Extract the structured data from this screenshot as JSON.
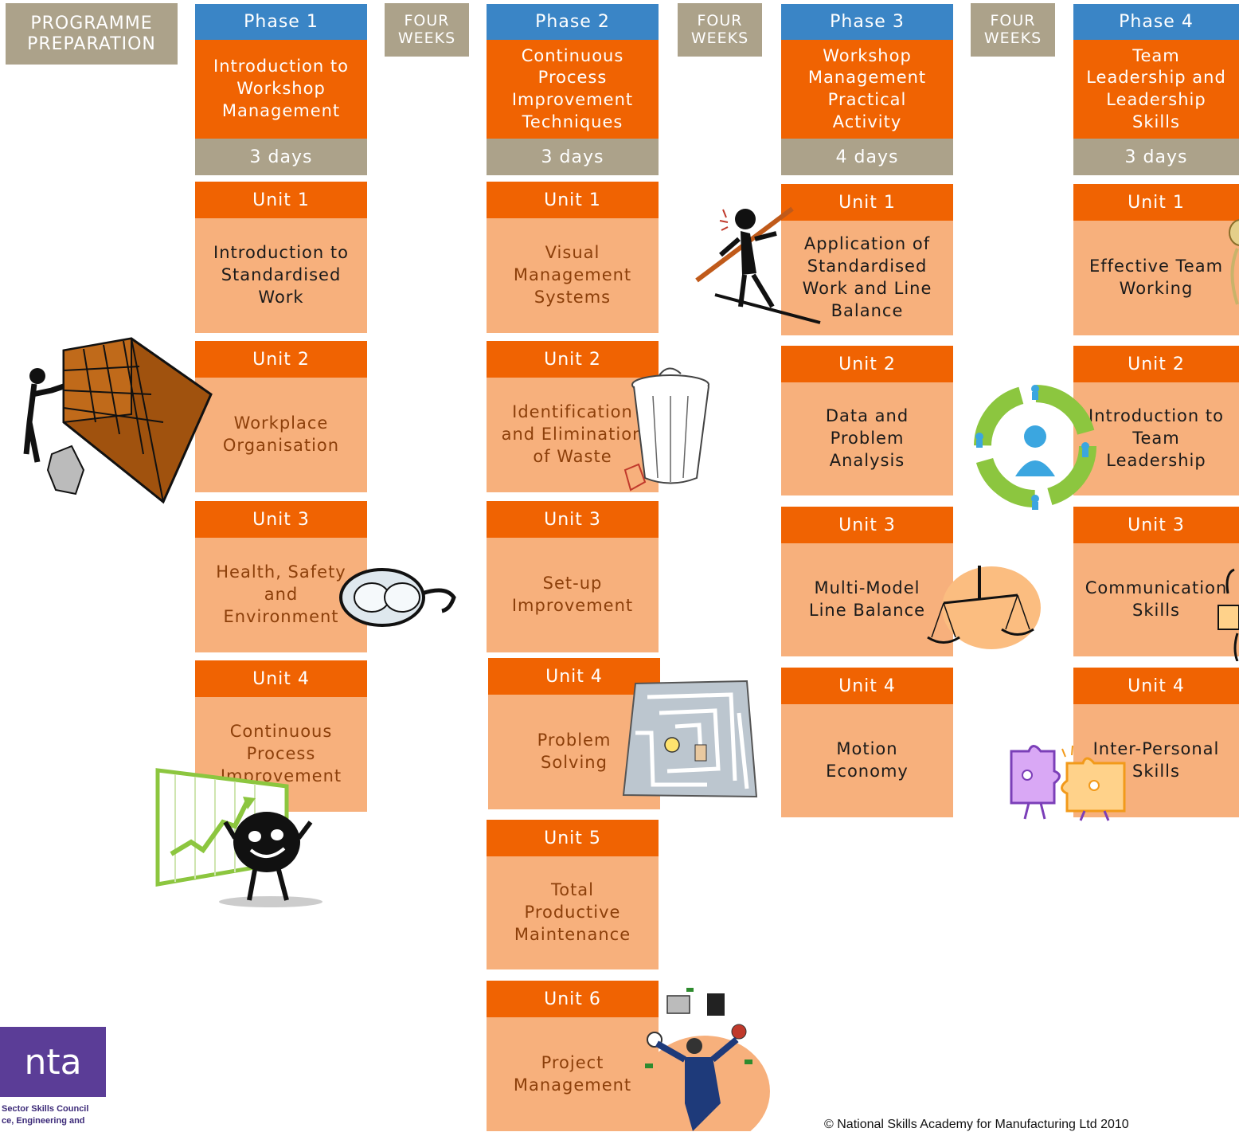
{
  "programme": {
    "label": "PROGRAMME\nPREPARATION"
  },
  "gaps": [
    "FOUR\nWEEKS",
    "FOUR\nWEEKS",
    "FOUR\nWEEKS"
  ],
  "phases": [
    {
      "header": "Phase 1",
      "title": "Introduction to\nWorkshop\nManagement",
      "duration": "3 days",
      "units": [
        {
          "label": "Unit 1",
          "body": "Introduction to\nStandardised\nWork"
        },
        {
          "label": "Unit 2",
          "body": "Workplace\nOrganisation"
        },
        {
          "label": "Unit 3",
          "body": "Health, Safety\nand\nEnvironment"
        },
        {
          "label": "Unit 4",
          "body": "Continuous\nProcess\nImprovement"
        }
      ]
    },
    {
      "header": "Phase 2",
      "title": "Continuous\nProcess\nImprovement\nTechniques",
      "duration": "3 days",
      "units": [
        {
          "label": "Unit 1",
          "body": "Visual\nManagement\nSystems"
        },
        {
          "label": "Unit 2",
          "body": "Identification\nand Elimination\nof Waste"
        },
        {
          "label": "Unit 3",
          "body": "Set-up\nImprovement"
        },
        {
          "label": "Unit 4",
          "body": "Problem\nSolving"
        },
        {
          "label": "Unit 5",
          "body": "Total\nProductive\nMaintenance"
        },
        {
          "label": "Unit 6",
          "body": "Project\nManagement"
        }
      ]
    },
    {
      "header": "Phase 3",
      "title": "Workshop\nManagement\nPractical\nActivity",
      "duration": "4 days",
      "units": [
        {
          "label": "Unit 1",
          "body": "Application of\nStandardised\nWork and Line\nBalance"
        },
        {
          "label": "Unit 2",
          "body": "Data and\nProblem\nAnalysis"
        },
        {
          "label": "Unit 3",
          "body": "Multi-Model\nLine Balance"
        },
        {
          "label": "Unit 4",
          "body": "Motion\nEconomy"
        }
      ]
    },
    {
      "header": "Phase 4",
      "title": "Team\nLeadership and\nLeadership\nSkills",
      "duration": "3 days",
      "units": [
        {
          "label": "Unit 1",
          "body": "Effective Team\nWorking"
        },
        {
          "label": "Unit 2",
          "body": "Introduction to\nTeam\nLeadership"
        },
        {
          "label": "Unit 3",
          "body": "Communication\nSkills"
        },
        {
          "label": "Unit 4",
          "body": "Inter-Personal\nSkills"
        }
      ]
    }
  ],
  "logo": {
    "text": "nta",
    "tagline_1": "Sector Skills Council",
    "tagline_2": "ce, Engineering and"
  },
  "footer": {
    "copyright": "© National Skills Academy for Manufacturing Ltd 2010"
  },
  "colors": {
    "phase_header": "#3a85c6",
    "orange": "#f06302",
    "peach": "#f7b07c",
    "taupe": "#aca28a",
    "logo_purple": "#5b3d97"
  },
  "clipart": [
    "storage-shelves-clipart",
    "safety-goggles-clipart",
    "growth-chart-clipart",
    "trash-can-clipart",
    "maze-clipart",
    "businessman-juggling-clipart",
    "balancing-figure-clipart",
    "team-cycle-clipart",
    "scales-clipart",
    "puzzle-pieces-clipart",
    "trophy-clipart",
    "phone-clipart"
  ]
}
